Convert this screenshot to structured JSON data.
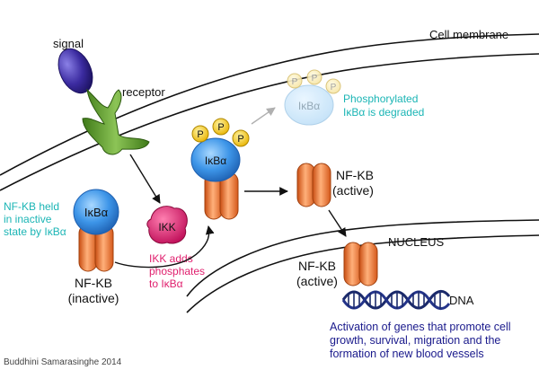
{
  "labels": {
    "cell_membrane": "Cell membrane",
    "signal": "signal",
    "receptor": "receptor",
    "phosphorylated": [
      "Phosphorylated",
      "IκBα is degraded"
    ],
    "held_note": [
      "NF-KB held",
      "in inactive",
      "state by IκBα"
    ],
    "ikk": "IKK",
    "ikk_note": [
      "IKK adds",
      "phosphates",
      "to IκBα"
    ],
    "nfkb_active_1": [
      "NF-KB",
      "(active)"
    ],
    "nfkb_inactive": [
      "NF-KB",
      "(inactive)"
    ],
    "nucleus": "NUCLEUS",
    "nfkb_active_2": [
      "NF-KB",
      "(active)"
    ],
    "dna": "DNA",
    "activation": [
      "Activation of genes that promote cell",
      "growth, survival, migration and the",
      "formation of new blood vessels"
    ],
    "ikba": "IκBα",
    "p": "P",
    "credit": "Buddhini Samarasinghe 2014"
  },
  "colors": {
    "teal_text": "#1bb5b5",
    "magenta_text": "#e0206e",
    "navy_text": "#1a1a8c",
    "ikba_blue": "#3b8fe0",
    "nfkb_orange": "#f07a2e",
    "receptor_green": "#5a9a2a",
    "signal_purple": "#3d2b9a",
    "ikk_pink": "#d81b6a",
    "phosphate_yellow": "#f2c21a",
    "dna_navy": "#1b2a6b"
  }
}
